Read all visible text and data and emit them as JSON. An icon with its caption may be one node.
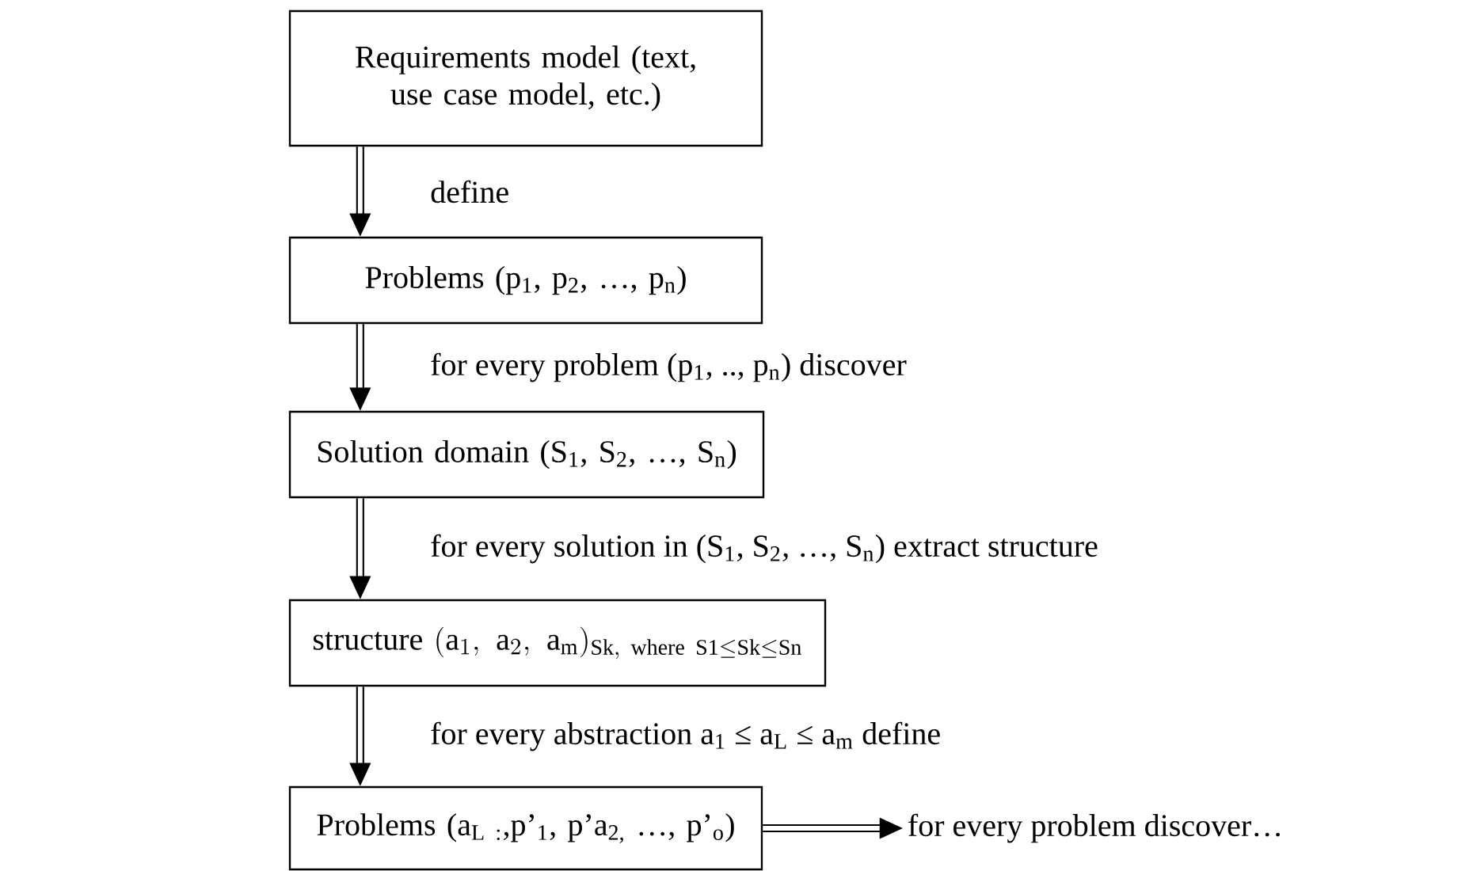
{
  "diagram": {
    "nodes": [
      {
        "text": [
          "Requirements model (text, use case model, etc.)"
        ]
      },
      {
        "text": [
          "Problems (p$_{1}$, p$_{2}$, …, p$_{n}$)"
        ]
      },
      {
        "text": [
          "Solution domain (S$_{1}$, S$_{2}$, …, S$_{n}$)"
        ]
      },
      {
        "text": [
          "\\mathrm{structure}\\ (\\mathrm{a}_{1},\\ \\mathrm{a}_{2},\\ \\mathrm{a}_{\\mathrm{m}})_{\\mathrm{Sk,\\ where\\ S1} \\le \\mathrm{Sk} \\le \\mathrm{Sn}}"
        ]
      },
      {
        "text": [
          "Problems (a$_{L :}$,p’$_{1}$, p’a$_{2,}$ …, p’$_{o}$)"
        ]
      },
      {
        "text": [
          "for every problem discover…"
        ]
      }
    ],
    "edges": [
      {
        "from": 0,
        "to": 1,
        "arrow": "to",
        "label": "define"
      },
      {
        "from": 1,
        "to": 2,
        "arrow": "to",
        "label": "for every problem (p$_{1}$, .., p$_{n}$) discover"
      },
      {
        "from": 2,
        "to": 3,
        "arrow": "to",
        "label": "for every solution in (S$_{1}$, S$_{2}$, …, S$_{n}$) extract structure"
      },
      {
        "from": 3,
        "to": 4,
        "arrow": "to",
        "label": "for every abstraction a$_{1}$ ≤ a$_{L}$ ≤ a$_{m}$ define"
      },
      {
        "from": 4,
        "to": 5,
        "arrow": "to"
      }
    ]
  }
}
